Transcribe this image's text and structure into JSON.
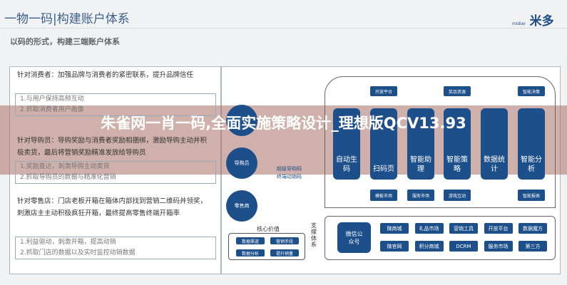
{
  "header": {
    "title": "一物一码|构建账户体系",
    "subtitle": "以码的形式，构建三端账户体系",
    "logo_text": "米多",
    "logo_sub": "midoo"
  },
  "left": {
    "consumer_heading": "针对消费者：加强品牌与消费者的紧密联系，提升品牌信任",
    "consumer_points": [
      "1.与用户保持高频互动",
      "2.抓取消费者用户画像"
    ],
    "guide_heading": "针对导购员：导购奖励与消费者奖励相捆绑，激励导购主动并积极卖货，最后将营销奖励精准发放给导购员",
    "guide_points": [
      "1.奖励直达，刺激导购主动卖货",
      "2.抓取导购员的数据与精准化营销"
    ],
    "retail_heading": "针对零售店：门店老板开箱在箱体内部找到营销二维码并领奖，刺激店主主动积极疯狂开箱，最终提高零售终端开箱率",
    "retail_points": [
      "1.利益驱动，刺激开箱，提高动销",
      "2.抓取门店的数据以及实时监控动销数据"
    ]
  },
  "diagram": {
    "circles": [
      "导购员",
      "零售商"
    ],
    "code_labels": [
      "超级导购码",
      "终端动销码"
    ],
    "core_title": "核心价值",
    "core_tags": [
      "数据渠道",
      "营销手段",
      "数据分析",
      "提升销量"
    ],
    "top_tags": [
      "开放平台",
      "奖品资源",
      "智能决策"
    ],
    "columns": [
      "自动生码",
      "扫码页",
      "智能助理",
      "智能策略",
      "数据统计",
      "智能分析"
    ],
    "under_tags": [
      "模板市场",
      "服务市场",
      "游戏互动",
      "智能报表"
    ],
    "support_label": "支撑体系",
    "wechat": "微信公众号",
    "grid": [
      "微商城",
      "礼品市场",
      "营销工具",
      "开放平台",
      "数据魔方",
      "微官网",
      "积分商城",
      "DCRM",
      "服务市场",
      "第三方"
    ]
  },
  "banner": {
    "text": "朱雀网一肖一码,全面实施策略设计_理想版QCV13.93"
  },
  "colors": {
    "brand": "#1d4f8a",
    "banner": "#a87064"
  }
}
